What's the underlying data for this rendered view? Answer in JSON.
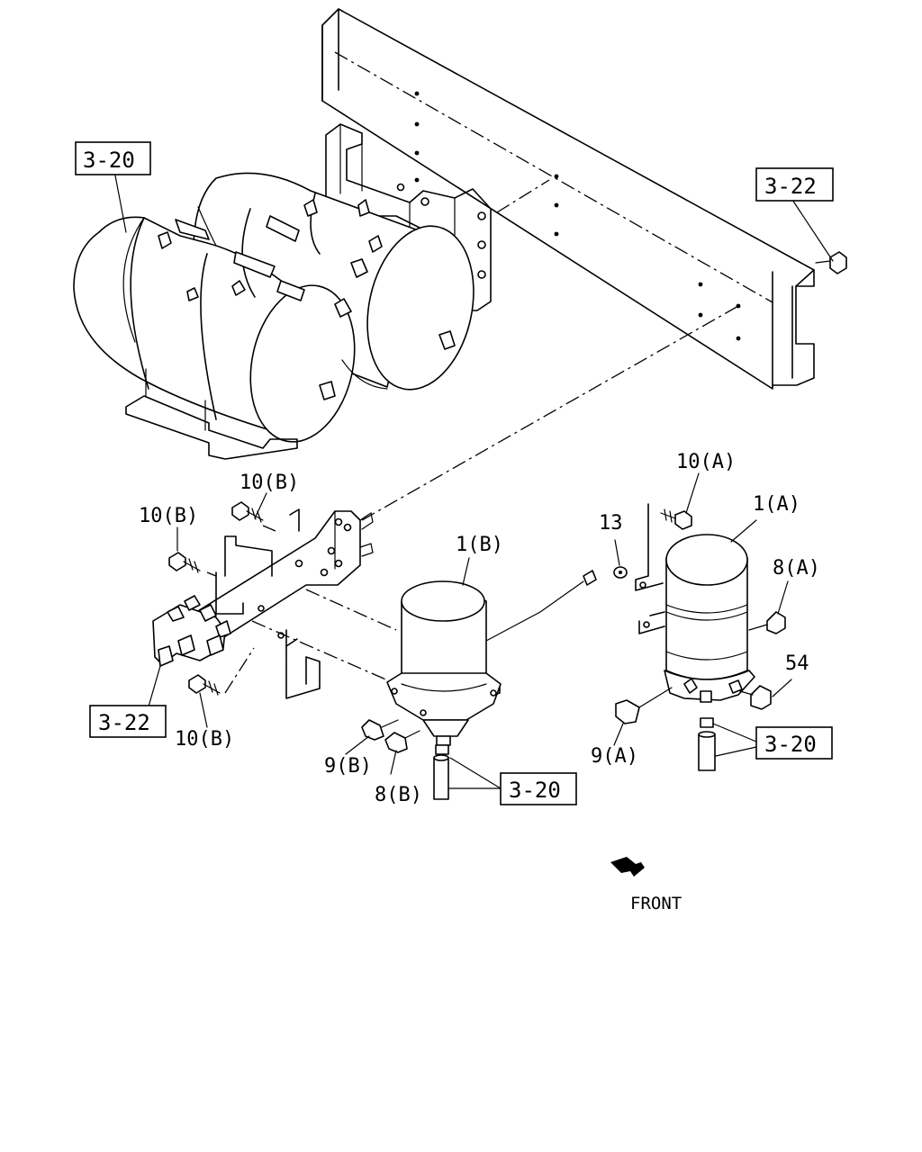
{
  "references": [
    {
      "id": "ref-3-20-tanks",
      "text": "3-20"
    },
    {
      "id": "ref-3-22-frame",
      "text": "3-22"
    },
    {
      "id": "ref-3-22-valve",
      "text": "3-22"
    },
    {
      "id": "ref-3-20-dryer-b",
      "text": "3-20"
    },
    {
      "id": "ref-3-20-dryer-a",
      "text": "3-20"
    }
  ],
  "callouts": [
    {
      "id": "part-10b-top",
      "text": "10(B)"
    },
    {
      "id": "part-10b-left",
      "text": "10(B)"
    },
    {
      "id": "part-10b-bottom",
      "text": "10(B)"
    },
    {
      "id": "part-10a",
      "text": "10(A)"
    },
    {
      "id": "part-1b",
      "text": "1(B)"
    },
    {
      "id": "part-1a",
      "text": "1(A)"
    },
    {
      "id": "part-13",
      "text": "13"
    },
    {
      "id": "part-8a",
      "text": "8(A)"
    },
    {
      "id": "part-54",
      "text": "54"
    },
    {
      "id": "part-9a",
      "text": "9(A)"
    },
    {
      "id": "part-9b",
      "text": "9(B)"
    },
    {
      "id": "part-8b",
      "text": "8(B)"
    }
  ],
  "direction_indicator": {
    "label": "FRONT",
    "icon": "front-arrow-icon"
  }
}
